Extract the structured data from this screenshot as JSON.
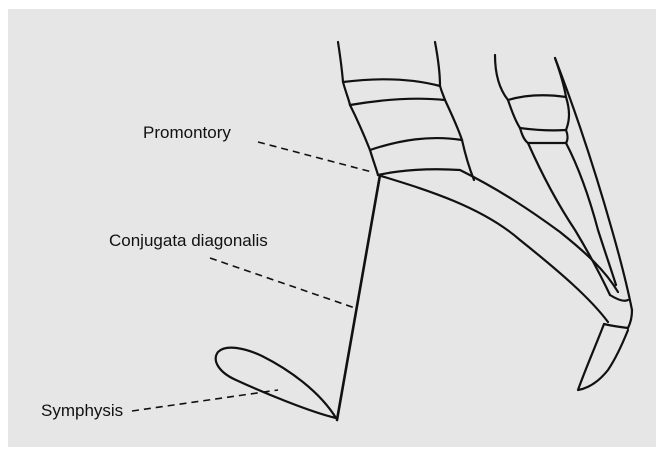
{
  "labels": {
    "promontory": "Promontory",
    "conjugata_diagonalis": "Conjugata diagonalis",
    "symphysis": "Symphysis"
  },
  "colors": {
    "background": "#e6e6e6",
    "line": "#111111"
  }
}
